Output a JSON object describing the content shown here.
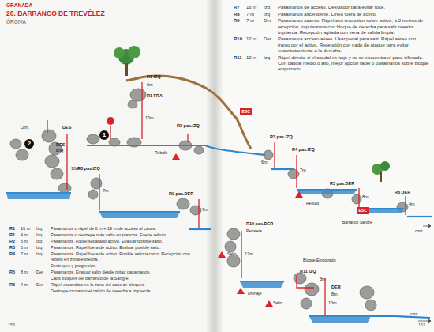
{
  "diagram": {
    "title": "20. BARRANCO DE TREVÉLEZ",
    "nodes": [
      {
        "text": [
          "2"
        ]
      },
      {
        "text": [
          "1"
        ]
      },
      {
        "text": [
          "ESC"
        ]
      },
      {
        "text": [
          "ESC"
        ]
      }
    ],
    "labels": [
      "GRANADA",
      "ÓRGIVA",
      "R1 IZQ",
      "6m",
      "R1 FRA",
      "10m",
      "Lcm.",
      "DES",
      "DES IZQ",
      "16m",
      "R2 pas.IZQ",
      "Rebufo",
      "R3 pas.IZQ",
      "6m",
      "R4 pas.IZQ",
      "7m",
      "Rebufo",
      "R5 pas.DER",
      "8m",
      "R6 DER",
      "4m",
      "Barranco Sangre",
      "cont",
      "R8 pas.IZQ",
      "7m",
      "R9 pas.DER",
      "7m",
      "Salto",
      "R10 pas.DER",
      "Pedaleta",
      "12m",
      "Drenaje",
      "Bloque Empotrado",
      "R11 IZQ",
      "3m",
      "DER",
      "8m",
      "10m",
      "Salto",
      "cont",
      "R1",
      "16 m",
      "Izq",
      "Pasamanos o rápel de 6 m + 19 m de acceso al cauce.",
      "R1",
      "4 m",
      "Izq",
      "Pasamanos o destrepe más salto en plancha. Fuerte rebufo.",
      "R2",
      "5 m",
      "Izq",
      "Pasamanos. Rápel separado activo. Evaluar posible salto.",
      "R3",
      "6 m",
      "Izq",
      "Pasamanos. Rápel fuera de activo. Evaluar posible salto.",
      "R4",
      "7 m",
      "Izq",
      "Pasamanos. Rápel fuera de activo. Posible salto técnico. Recepción con rebufo en zona estrecha.",
      "Destrepes y progresion.",
      "R5",
      "8 m",
      "Der",
      "Pasamanos. Evaluar salto desde mitad pasamanos.",
      "Caos bloques del barranco de la Sangre.",
      "R6",
      "4 m",
      "Der",
      "Rápel escondido en la zona del caos de bloques.",
      "Destrepe cruzando el cañón de derecha a izquierda.",
      "R7",
      "16 m",
      "Izq",
      "Pasamanos de acceso. Desviador para evitar roce.",
      "R8",
      "7 m",
      "Izq",
      "Pasamanos ascendente. Línea fuera de activo.",
      "R9",
      "7 m",
      "Der",
      "Pasamanos acceso. Rápel con recepción sobre activo, a 2 metros de recepción, impulsarnos con bloque de derecha para salir nuestra izquierda. Recepción agitada con vena de salida limpia.",
      "R10",
      "12 m",
      "Der",
      "Pasamanos acceso aéreo. Usar pedal para salir. Rápel aéreo con tramo por el activo. Recepción con nado de ataque para evitar encorbatamiento a la derecha.",
      "R11",
      "10 m",
      "Izq",
      "Rápel directo si el caudal es bajo y no se encuentra el paso sifonado. Con caudal medio o alto, mejor opción rápel o pasamanos sobre bloque empotrado.",
      "156",
      "157"
    ]
  }
}
